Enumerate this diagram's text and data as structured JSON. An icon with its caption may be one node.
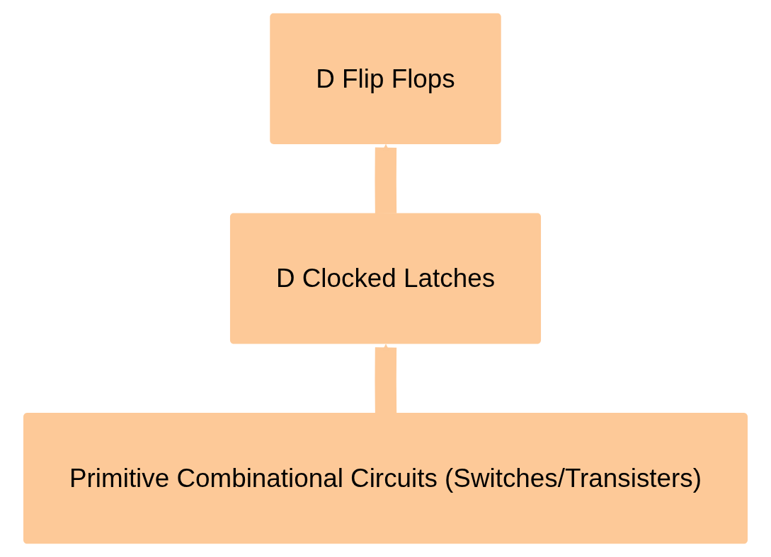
{
  "diagram": {
    "nodes": [
      {
        "text": [
          "D Flip Flops"
        ]
      },
      {
        "text": [
          "D Clocked Latches"
        ]
      },
      {
        "text": [
          "Primitive Combinational Circuits (Switches/Transisters)"
        ]
      }
    ],
    "edges": [
      {
        "from": 2,
        "to": 1,
        "arrow": "to"
      },
      {
        "from": 1,
        "to": 0,
        "arrow": "to"
      }
    ]
  }
}
